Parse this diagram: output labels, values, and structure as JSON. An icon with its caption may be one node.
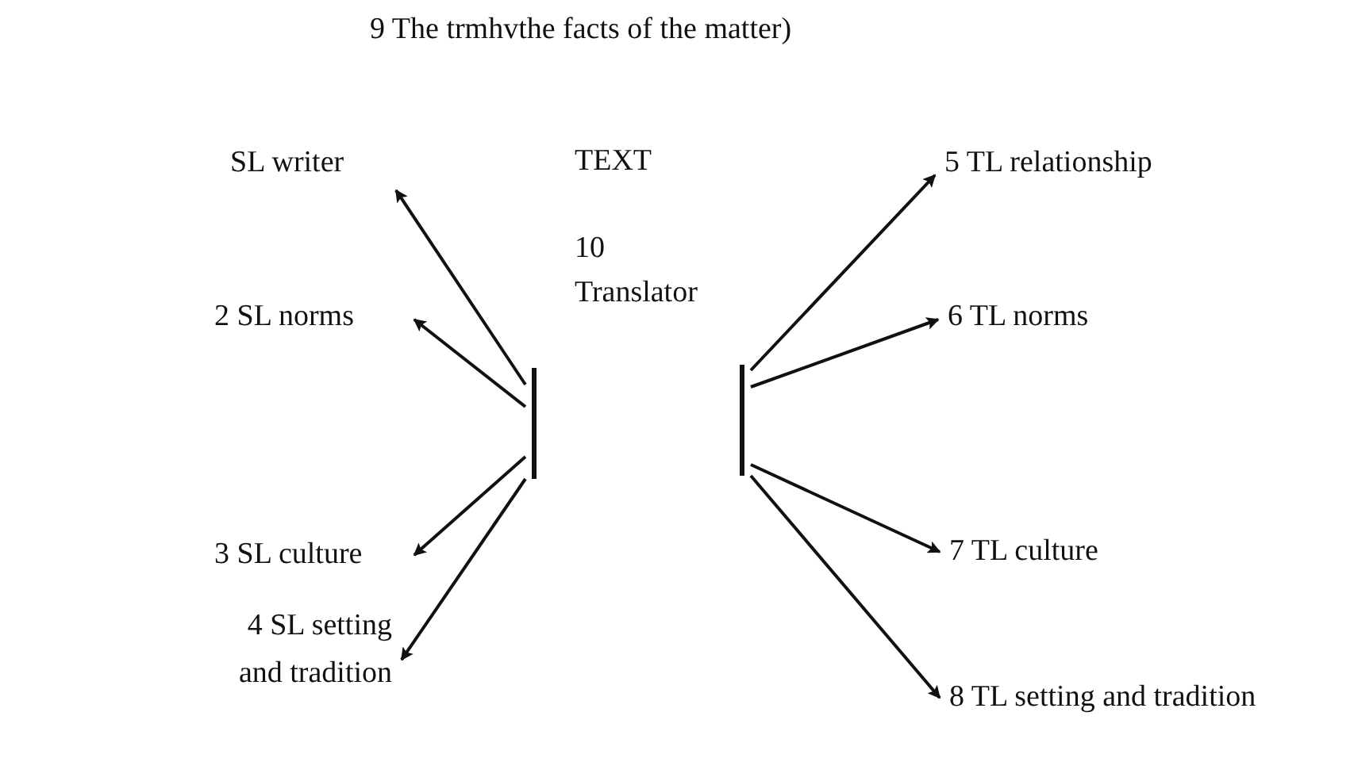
{
  "diagram": {
    "title": "9 The trmhvthe facts of the matter)",
    "nodes": [
      {
        "text": [
          "SL writer"
        ]
      },
      {
        "text": [
          "2 SL norms"
        ]
      },
      {
        "text": [
          "3 SL culture"
        ]
      },
      {
        "text": [
          "4 SL setting and tradition"
        ]
      },
      {
        "text": [],
        "shape": "bar"
      },
      {
        "text": [],
        "shape": "bar"
      },
      {
        "text": [
          "5 TL relationship"
        ]
      },
      {
        "text": [
          "6 TL norms"
        ]
      },
      {
        "text": [
          "7 TL culture"
        ]
      },
      {
        "text": [
          "8 TL setting and tradition"
        ]
      }
    ],
    "edges": [
      {
        "from": 4,
        "to": 0,
        "arrow": "to"
      },
      {
        "from": 4,
        "to": 1,
        "arrow": "to"
      },
      {
        "from": 4,
        "to": 2,
        "arrow": "to"
      },
      {
        "from": 4,
        "to": 3,
        "arrow": "to"
      },
      {
        "from": 5,
        "to": 6,
        "arrow": "to"
      },
      {
        "from": 5,
        "to": 7,
        "arrow": "to"
      },
      {
        "from": 5,
        "to": 8,
        "arrow": "to"
      },
      {
        "from": 5,
        "to": 9,
        "arrow": "to"
      }
    ],
    "labels": [
      "TEXT",
      "10 Translator"
    ]
  }
}
